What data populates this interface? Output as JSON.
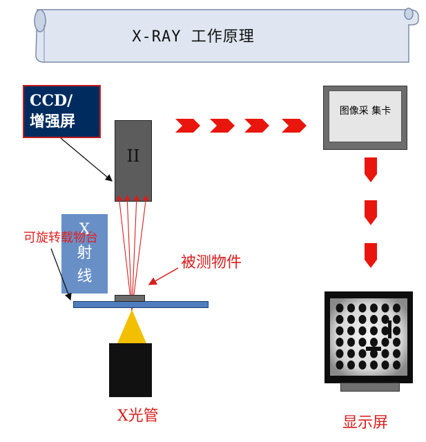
{
  "banner": {
    "title": "X-RAY  工作原理"
  },
  "ccd": {
    "line1": "CCD/",
    "line2": "增强屏"
  },
  "intensifier": {
    "label": "II"
  },
  "xray": {
    "line1": "X",
    "line2": "射",
    "line3": "线"
  },
  "stage": {
    "label": "可旋转载物台"
  },
  "object": {
    "label": "被测物件"
  },
  "tube": {
    "label": "X光管"
  },
  "capture": {
    "label": "图像采 集卡"
  },
  "display": {
    "label": "显示屏"
  },
  "colors": {
    "banner_fill": "#dfe6f1",
    "ccd_fill": "#002b5f",
    "xray_fill": "#5b87c2",
    "arrow_red": "#e8160c",
    "beam_red": "#d81e1e",
    "cone_yellow": "#f2c000"
  },
  "xray_image": {
    "grid_rows": 6,
    "grid_cols": 6
  }
}
